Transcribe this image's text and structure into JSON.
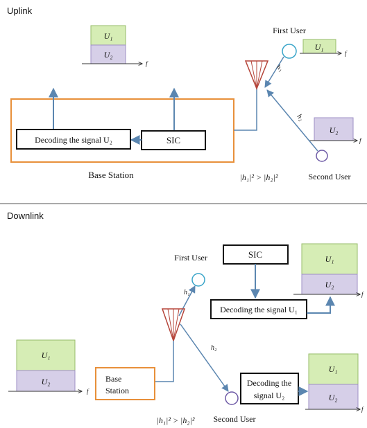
{
  "colors": {
    "arrow": "#5b86b0",
    "station_border": "#e8903a",
    "green_block": "#d6edb5",
    "green_border": "#97bc6a",
    "purple_block": "#d6cfe8",
    "purple_border": "#9d8fc4",
    "antenna": "#b5453a",
    "user_circle_blue": "#3aa5c9",
    "user_circle_purple": "#6e5aa6",
    "divider": "#555555",
    "text": "#111111"
  },
  "uplink": {
    "title": "Uplink",
    "stack": {
      "u1": "U₁",
      "u2": "U₂",
      "axis": "f"
    },
    "first_user": {
      "label": "First User",
      "block": "U₁",
      "axis": "f",
      "channel": "h₁"
    },
    "second_user": {
      "label": "Second User",
      "block": "U₂",
      "axis": "f",
      "channel": "h₂"
    },
    "decode_box": "Decoding the signal U₂",
    "sic_box": "SIC",
    "station_label": "Base Station",
    "condition": "|h₁|² > |h₂|²"
  },
  "downlink": {
    "title": "Downlink",
    "first_user": {
      "label": "First User",
      "channel": "h₁"
    },
    "second_user": {
      "label": "Second User",
      "channel": "h₂"
    },
    "sic_box": "SIC",
    "decode_u1_box": "Decoding the signal U₁",
    "decode_u2_line1": "Decoding the",
    "decode_u2_line2": "signal U₂",
    "station_line1": "Base",
    "station_line2": "Station",
    "left_stack": {
      "u1": "U₁",
      "u2": "U₂",
      "axis": "f"
    },
    "top_right_stack": {
      "u1": "U₁",
      "u2": "U₂",
      "axis": "f"
    },
    "bottom_right_stack": {
      "u1": "U₁",
      "u2": "U₂",
      "axis": "f"
    },
    "condition": "|h₁|² > |h₂|²"
  }
}
